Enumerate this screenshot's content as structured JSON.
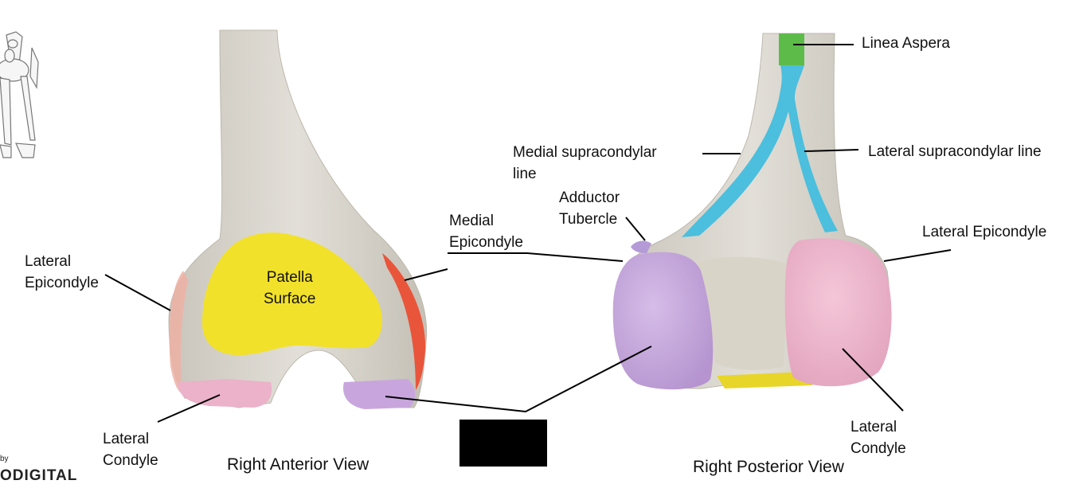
{
  "labels": {
    "lateral_epicondyle_left": "Lateral\nEpicondyle",
    "patella_surface": "Patella\nSurface",
    "medial_epicondyle": "Medial\nEpicondyle",
    "lateral_condyle_left": "Lateral\nCondyle",
    "adductor_tubercle": "Adductor\nTubercle",
    "medial_supracondylar_line": "Medial supracondylar\nline",
    "linea_aspera": "Linea Aspera",
    "lateral_supracondylar_line": "Lateral supracondylar line",
    "lateral_epicondyle_right": "Lateral Epicondyle",
    "lateral_condyle_right": "Lateral\nCondyle"
  },
  "views": {
    "anterior": "Right Anterior View",
    "posterior": "Right Posterior View"
  },
  "branding": {
    "by": "by",
    "name": "ODIGITAL"
  },
  "colors": {
    "bone": "#d9d6cf",
    "patella_surface": "#f2e12a",
    "medial_epicondyle": "#e9553a",
    "lateral_epicondyle": "#eeb0a4",
    "medial_condyle": "#c8a6dd",
    "lateral_condyle": "#ebb2c9",
    "linea_aspera": "#5dbb4a",
    "supracondylar_lines": "#4bbfdd"
  }
}
